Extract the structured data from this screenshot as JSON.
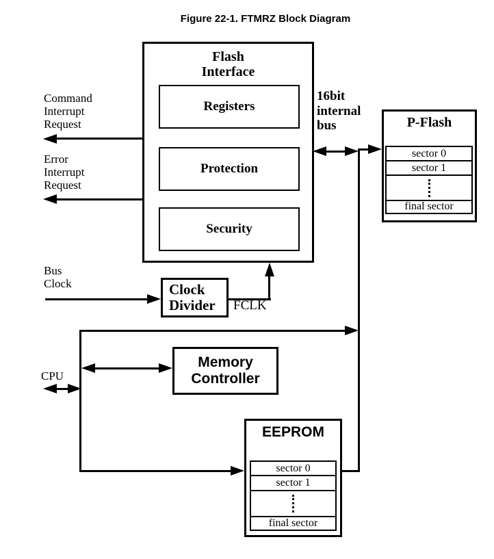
{
  "figure": {
    "title": "Figure 22-1. FTMRZ Block Diagram"
  },
  "labels": {
    "command_irq": "Command Interrupt Request",
    "error_irq": "Error Interrupt Request",
    "bus_width": "16bit internal bus",
    "bus_clock": "Bus Clock",
    "fclk": "FCLK",
    "cpu": "CPU"
  },
  "flash_interface": {
    "title": "Flash Interface",
    "blocks": [
      "Registers",
      "Protection",
      "Security"
    ]
  },
  "clock_divider": {
    "label": "Clock Divider"
  },
  "memory_controller": {
    "label": "Memory Controller"
  },
  "p_flash": {
    "title": "P-Flash",
    "sectors": [
      "sector 0",
      "sector 1",
      "final sector"
    ]
  },
  "eeprom": {
    "title": "EEPROM",
    "sectors": [
      "sector 0",
      "sector 1",
      "final sector"
    ]
  },
  "colors": {
    "line": "#000000",
    "background": "#ffffff",
    "text": "#000000"
  }
}
